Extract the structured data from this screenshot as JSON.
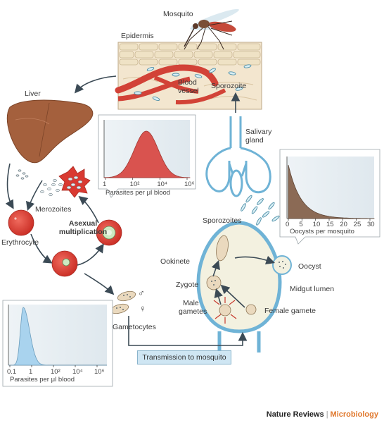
{
  "labels": {
    "mosquito": "Mosquito",
    "epidermis": "Epidermis",
    "blood_vessel_1": "Blood",
    "blood_vessel_2": "vessel",
    "sporozoite": "Sporozoite",
    "liver": "Liver",
    "salivary_gland_1": "Salivary",
    "salivary_gland_2": "gland",
    "merozoites": "Merozoites",
    "asexual_1": "Asexual",
    "asexual_2": "multiplication",
    "erythrocyte": "Erythrocyte",
    "sporozoites": "Sporozoites",
    "ookinete": "Ookinete",
    "oocyst": "Oocyst",
    "zygote": "Zygote",
    "midgut_lumen": "Midgut lumen",
    "male_gametes_1": "Male",
    "male_gametes_2": "gametes",
    "female_gamete": "Female gamete",
    "gametocytes": "Gametocytes",
    "male_symbol": "♂",
    "female_symbol": "♀",
    "transmission": "Transmission to mosquito"
  },
  "charts": {
    "blood_stage": {
      "xticks": [
        "1",
        "10²",
        "10⁴",
        "10⁶"
      ],
      "xlabel": "Parasites per μl blood",
      "color": "#d9534f"
    },
    "gametocyte": {
      "xticks": [
        "0.1",
        "1",
        "10²",
        "10⁴",
        "10⁶"
      ],
      "xlabel": "Parasites per μl blood",
      "color": "#a9d3ee"
    },
    "oocyst": {
      "xticks": [
        "0",
        "5",
        "10",
        "15",
        "20",
        "25",
        "30"
      ],
      "xlabel": "Oocysts per mosquito",
      "color": "#8b6a55"
    }
  },
  "footer": {
    "publisher": "Nature Reviews",
    "separator": "|",
    "journal": "Microbiology"
  },
  "colors": {
    "red_cell": "#d93a32",
    "liver": "#a4603d",
    "gland_outline": "#6fb3d6",
    "arrow": "#3b4a55"
  }
}
